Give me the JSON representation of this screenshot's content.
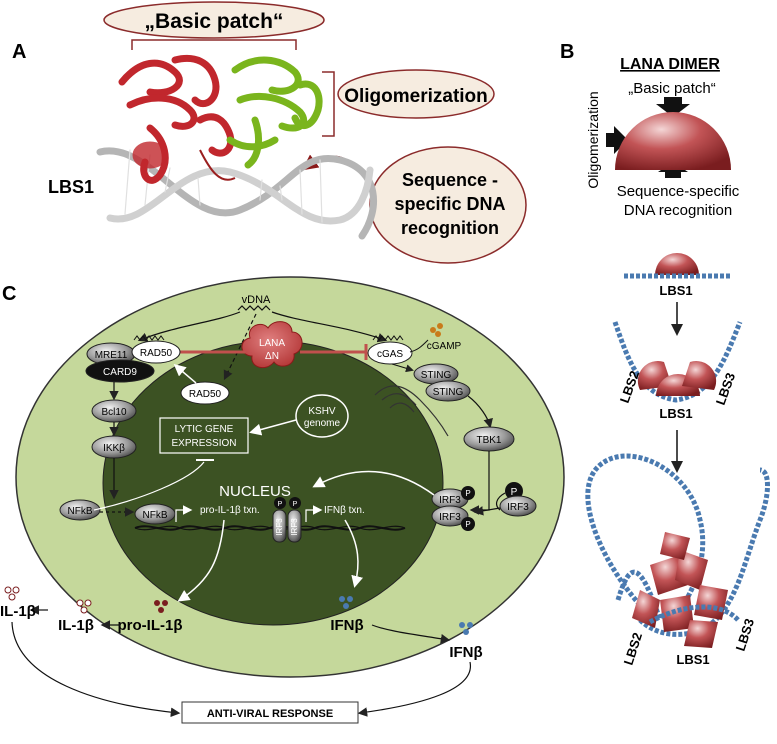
{
  "panel_a": {
    "letter": "A",
    "basic_patch": "„Basic patch“",
    "oligomerization": "Oligomerization",
    "seq_line1": "Sequence -",
    "seq_line2": "specific DNA",
    "seq_line3": "recognition",
    "lbs1": "LBS1"
  },
  "panel_b": {
    "letter": "B",
    "title": "LANA DIMER",
    "basic_patch": "„Basic patch“",
    "oligomerization": "Oligomerization",
    "seq_line1": "Sequence-specific",
    "seq_line2": "DNA recognition",
    "lbs1_a": "LBS1",
    "lbs2_b": "LBS2",
    "lbs1_b": "LBS1",
    "lbs3_b": "LBS3",
    "lbs2_c": "LBS2",
    "lbs1_c": "LBS1",
    "lbs3_c": "LBS3"
  },
  "panel_c": {
    "letter": "C",
    "vdna": "vDNA",
    "lana_line1": "LANA",
    "lana_line2": "ΔN",
    "mre11": "MRE11",
    "rad50_top": "RAD50",
    "card9": "CARD9",
    "rad50_mid": "RAD50",
    "cgas": "cGAS",
    "cgamp": "cGAMP",
    "sting1": "STING",
    "sting2": "STING",
    "bcl10": "Bcl10",
    "ikkb": "IKKβ",
    "kshv_line1": "KSHV",
    "kshv_line2": "genome",
    "lytic_line1": "LYTIC GENE",
    "lytic_line2": "EXPRESSION",
    "tbk1": "TBK1",
    "p": "P",
    "nucleus": "NUCLEUS",
    "nfkb_left": "NFkB",
    "nfkb_nuc": "NFkB",
    "pro_il1b_txn": "pro-IL-1β txn.",
    "irf3": "IRF3",
    "ifnb_txn": "IFNβ txn.",
    "il1b_out": "IL-1β",
    "il1b_in": "IL-1β",
    "pro_il1b": "pro-IL-1β",
    "ifnb_in": "IFNβ",
    "ifnb_out": "IFNβ",
    "antiviral": "ANTI-VIRAL RESPONSE"
  },
  "colors": {
    "cell": "#c5d89b",
    "nucleus": "#3c5223",
    "lana": "#c0504d",
    "inhibit": "#c0504d",
    "dome": "#b0383a",
    "dna": "#5b7fb0",
    "protein_red": "#c1272d",
    "protein_green": "#7ab51d",
    "ellipse_fill": "#f6ece0",
    "ellipse_stroke": "#8b2b2b"
  }
}
